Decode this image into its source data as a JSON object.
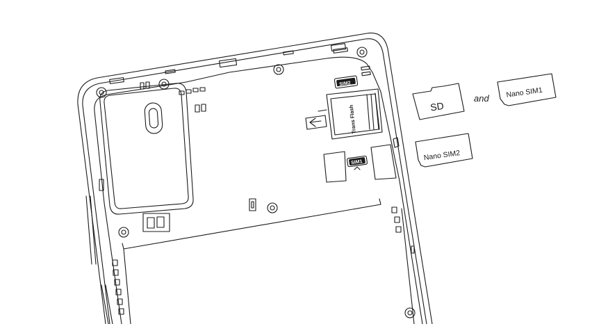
{
  "cards": {
    "sd_label": "SD",
    "connector": "and",
    "nano_sim1_label": "Nano SIM1",
    "nano_sim2_label": "Nano SIM2"
  },
  "slots": {
    "sim1_top_label": "SIM2",
    "sim1_bottom_label": "SIM1",
    "trans_flash_label": "Trans Flash"
  },
  "colors": {
    "line": "#1a1a1a",
    "background": "#ffffff"
  }
}
